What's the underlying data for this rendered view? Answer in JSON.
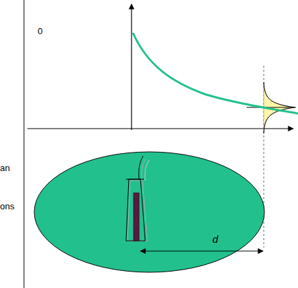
{
  "diagram": {
    "labels": [
      "0",
      "an",
      "ons",
      "d"
    ]
  }
}
